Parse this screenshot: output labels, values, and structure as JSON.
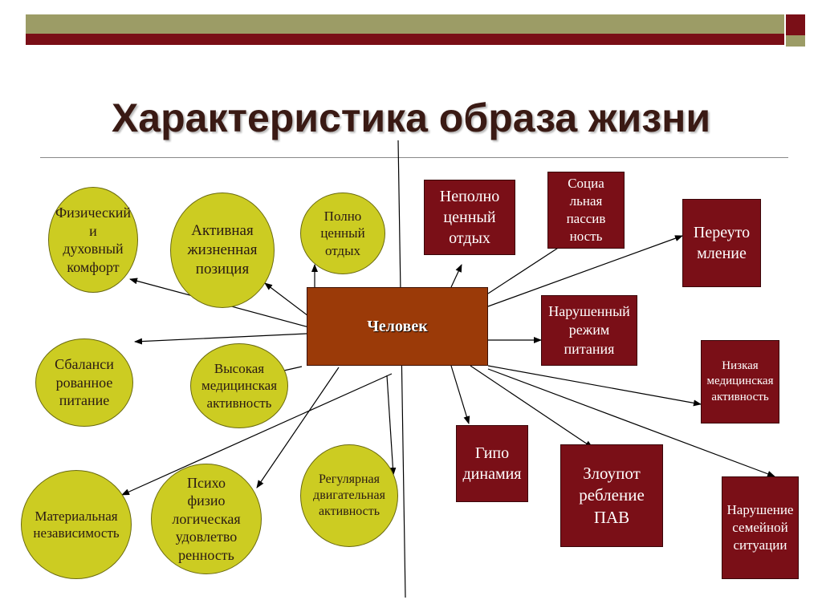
{
  "title": "Характеристика образа жизни",
  "center": "Человек",
  "circles": [
    {
      "id": "fizicheskiy",
      "text": "Физический\nи\nдуховный\nкомфорт"
    },
    {
      "id": "aktivnaya",
      "text": "Активная\nжизненная\nпозиция"
    },
    {
      "id": "polnocenny",
      "text": "Полно\nценный\nотдых"
    },
    {
      "id": "sbalansi",
      "text": "Сбаланси\nрованное\nпитание"
    },
    {
      "id": "vysokaya",
      "text": "Высокая\nмедицинская\nактивность"
    },
    {
      "id": "materialnaya",
      "text": "Материальная\nнезависимость"
    },
    {
      "id": "psiho",
      "text": "Психо\nфизио\nлогическая\nудовлетво\nренность"
    },
    {
      "id": "regulyarnaya",
      "text": "Регулярная\nдвигательная\nактивность"
    }
  ],
  "boxes": [
    {
      "id": "nepolno",
      "text": "Неполно\nценный\nотдых"
    },
    {
      "id": "socialnaya",
      "text": "Социа\nльная\nпассив\nность"
    },
    {
      "id": "pereutomlenie",
      "text": "Переуто\nмление"
    },
    {
      "id": "narushenny",
      "text": "Нарушенный\nрежим\nпитания"
    },
    {
      "id": "nizkaya",
      "text": "Низкая\nмедицинская\nактивность"
    },
    {
      "id": "gipodinamiya",
      "text": "Гипо\nдинамия"
    },
    {
      "id": "zloupot",
      "text": "Злоупот\nребление\nПАВ"
    },
    {
      "id": "narushenie",
      "text": "Нарушение\nсемейной\nситуации"
    }
  ],
  "colors": {
    "circle_fill": "#cccc22",
    "box_fill": "#7a0f17",
    "center_fill": "#9b3a08",
    "title_text": "#3a1a14"
  }
}
